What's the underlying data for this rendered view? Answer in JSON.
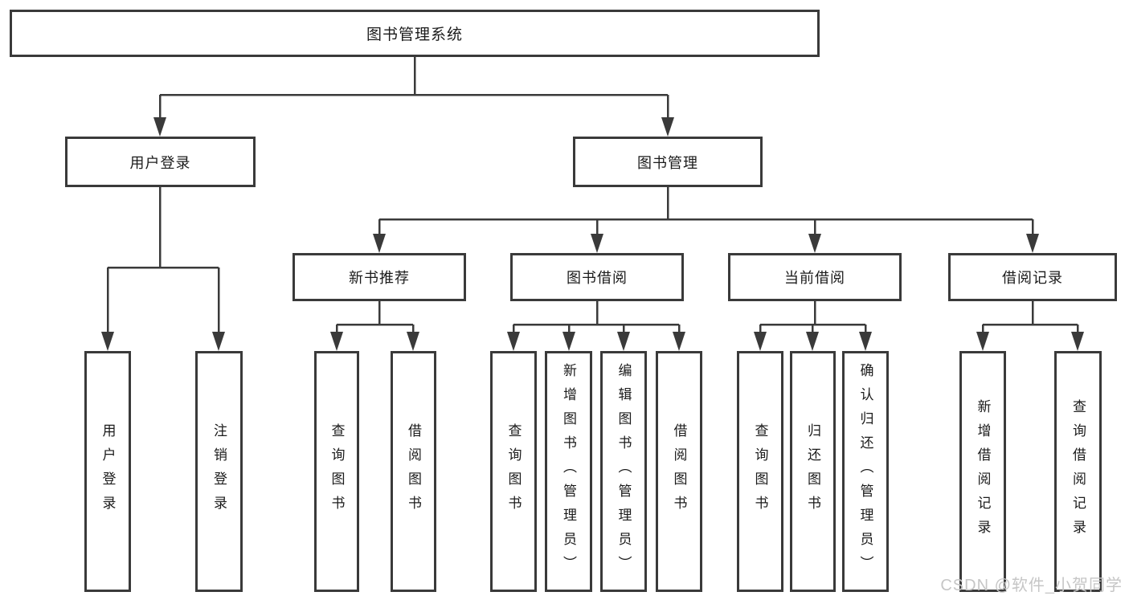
{
  "tree": {
    "label": "图书管理系统",
    "children": [
      {
        "label": "用户登录",
        "children": [
          {
            "label": "用户登录"
          },
          {
            "label": "注销登录"
          }
        ]
      },
      {
        "label": "图书管理",
        "children": [
          {
            "label": "新书推荐",
            "children": [
              {
                "label": "查询图书"
              },
              {
                "label": "借阅图书"
              }
            ]
          },
          {
            "label": "图书借阅",
            "children": [
              {
                "label": "查询图书"
              },
              {
                "label": "新增图书（管理员）"
              },
              {
                "label": "编辑图书（管理员）"
              },
              {
                "label": "借阅图书"
              }
            ]
          },
          {
            "label": "当前借阅",
            "children": [
              {
                "label": "查询图书"
              },
              {
                "label": "归还图书"
              },
              {
                "label": "确认归还（管理员）"
              }
            ]
          },
          {
            "label": "借阅记录",
            "children": [
              {
                "label": "新增借阅记录"
              },
              {
                "label": "查询借阅记录"
              }
            ]
          }
        ]
      }
    ]
  },
  "watermark": {
    "text": "CSDN @软件_小贺同学",
    "color": "#c6c6c6"
  },
  "colors": {
    "line": "#3a3a3a",
    "box_border": "#3a3a3a",
    "box_fill": "#ffffff",
    "text": "#1b1b1b",
    "background": "#ffffff"
  }
}
